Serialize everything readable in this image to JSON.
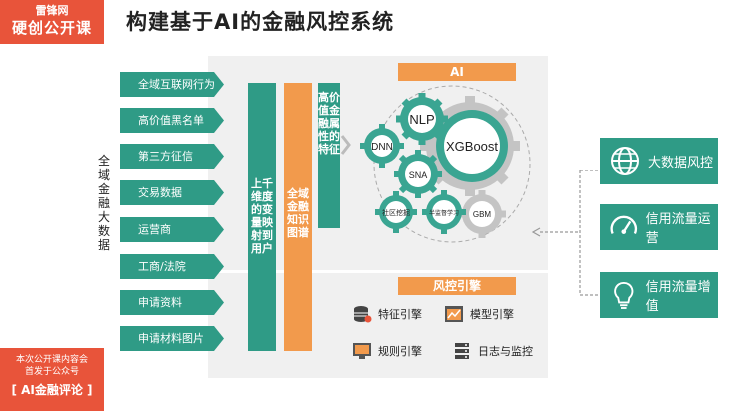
{
  "logo": {
    "line1": "雷锋网",
    "line2": "硬创公开课"
  },
  "title": "构建基于AI的金融风控系统",
  "side_label": "全域金融大数据",
  "sources": [
    "全域互联网行为",
    "高价值黑名单",
    "第三方征信",
    "交易数据",
    "运营商",
    "工商/法院",
    "申请资料",
    "申请材料图片"
  ],
  "mapping_bar": "上千维度的变量映射到用户",
  "knowledge_bar": "全域金融知识图谱",
  "attribute_bar": "高价值金融属性的特征",
  "ai_header": "AI",
  "gears": [
    "NLP",
    "DNN",
    "XGBoost",
    "SNA",
    "社区挖掘",
    "半监督学习",
    "GBM"
  ],
  "risk_header": "风控引擎",
  "engines": [
    {
      "label": "特征引擎",
      "icon": "database-icon"
    },
    {
      "label": "模型引擎",
      "icon": "model-chart-icon"
    },
    {
      "label": "规则引擎",
      "icon": "monitor-rules-icon"
    },
    {
      "label": "日志与监控",
      "icon": "server-log-icon"
    }
  ],
  "outputs": [
    {
      "label": "大数据风控",
      "icon": "globe-icon"
    },
    {
      "label": "信用流量运营",
      "icon": "speedometer-icon"
    },
    {
      "label": "信用流量增值",
      "icon": "lightbulb-icon"
    }
  ],
  "footer": {
    "line1": "本次公开课内容会",
    "line2": "首发于公众号",
    "line3": "[ AI金融评论 ]"
  },
  "colors": {
    "orange": "#e8543a",
    "teal": "#2f9b86",
    "amber": "#f29a4c",
    "gear_teal": "#3aa592",
    "gear_grey": "#bdbdbd"
  }
}
